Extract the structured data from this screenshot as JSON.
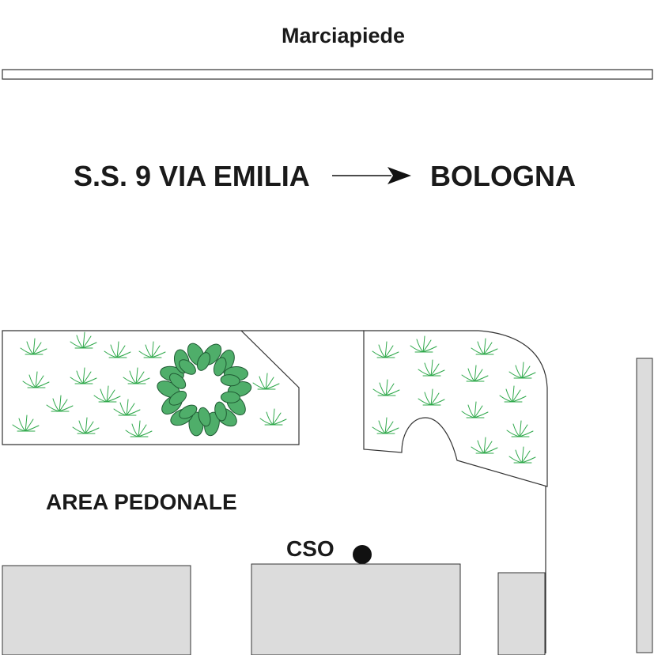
{
  "labels": {
    "sidewalk": "Marciapiede",
    "road": "S.S. 9 VIA EMILIA",
    "destination": "BOLOGNA",
    "pedestrian_area": "AREA PEDONALE",
    "marker": "CSO"
  },
  "colors": {
    "building": "#dcdcdc",
    "outline": "#333333",
    "grass": "#2ea84a",
    "shrub": "#4fae6a",
    "marker": "#111111"
  }
}
